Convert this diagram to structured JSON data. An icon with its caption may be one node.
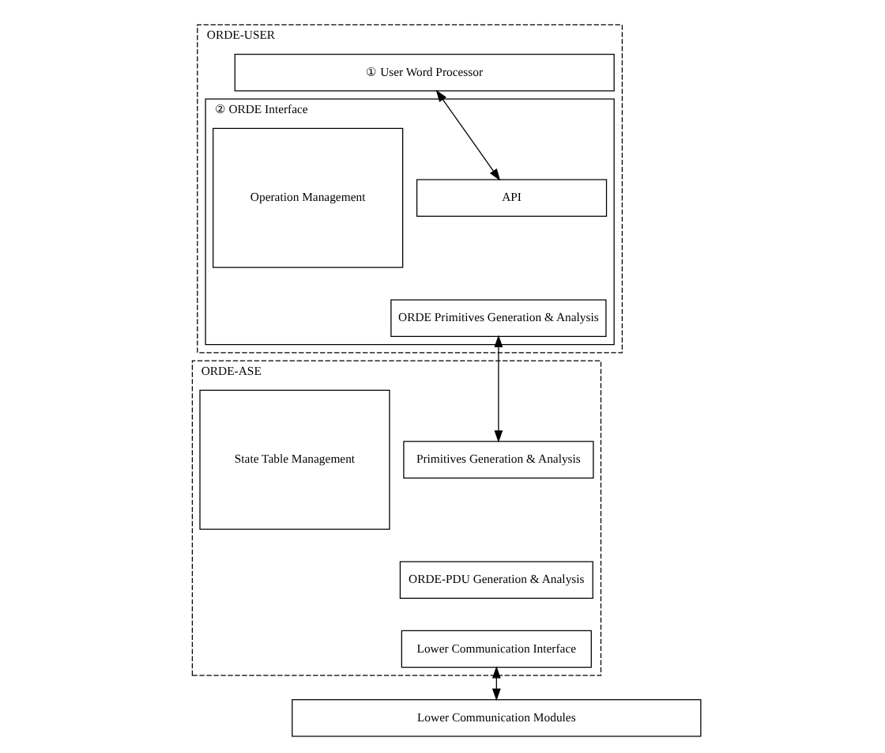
{
  "diagram": {
    "nodes": [
      {
        "text": [
          "ORDE-USER"
        ]
      },
      {
        "text": [
          "① User Word Processor"
        ],
        "in": 0
      },
      {
        "text": [
          "② ORDE Interface"
        ],
        "in": 0
      },
      {
        "text": [
          "Operation Management"
        ],
        "in": 2
      },
      {
        "text": [
          "API"
        ],
        "in": 2
      },
      {
        "text": [
          "ORDE Primitives Generation & Analysis"
        ],
        "in": 2
      },
      {
        "text": [
          "ORDE-ASE"
        ]
      },
      {
        "text": [
          "State Table Management"
        ],
        "in": 6
      },
      {
        "text": [
          "Primitives Generation & Analysis"
        ],
        "in": 6
      },
      {
        "text": [
          "ORDE-PDU Generation & Analysis"
        ],
        "in": 6
      },
      {
        "text": [
          "Lower Communication Interface"
        ],
        "in": 6
      },
      {
        "text": [
          "Lower Communication Modules"
        ]
      }
    ],
    "edges": [
      {
        "from": 1,
        "to": 4,
        "arrow": "both"
      },
      {
        "from": 5,
        "to": 8,
        "arrow": "both"
      },
      {
        "from": 10,
        "to": 11,
        "arrow": "both"
      }
    ]
  }
}
